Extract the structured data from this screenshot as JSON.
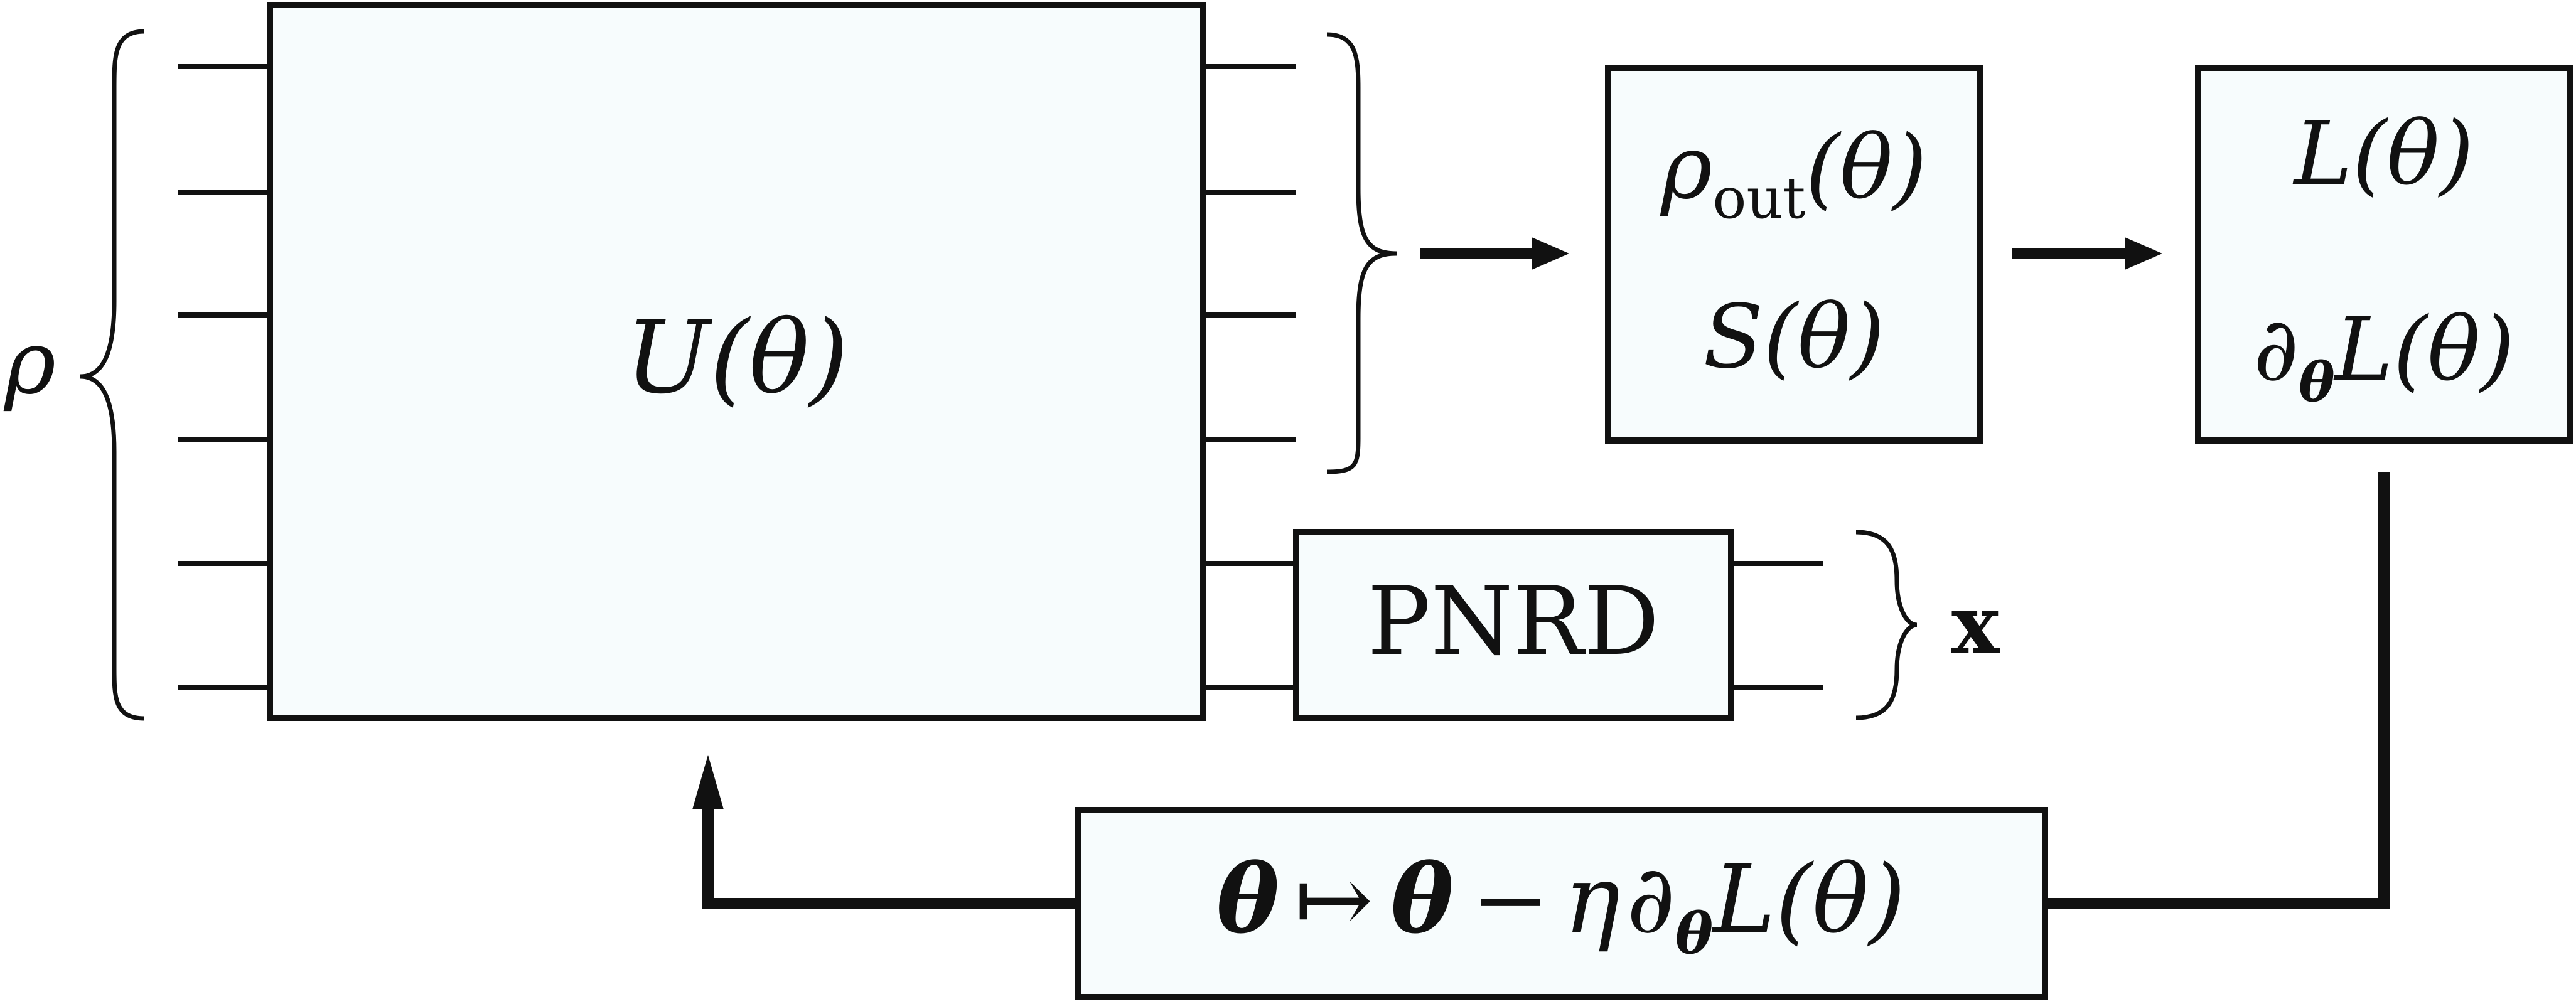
{
  "diagram": {
    "input_state_label": "ρ",
    "unitary_label": "U(θ)",
    "output_state_box": {
      "line1": "ρ",
      "line1_subscript": "out",
      "line1_suffix": "(θ)",
      "line2": "S(θ)"
    },
    "loss_box": {
      "line1": "L(θ)",
      "line2_prefix": "∂",
      "line2_subscript": "θ",
      "line2_suffix": "L(θ)"
    },
    "detector_label": "PNRD",
    "measurement_outcome_label": "x",
    "update_rule": {
      "theta": "θ",
      "mapsto": "↦",
      "theta2": "θ",
      "minus": "−",
      "eta": "η",
      "partial": "∂",
      "partial_subscript": "θ",
      "loss": "L(θ)"
    }
  }
}
